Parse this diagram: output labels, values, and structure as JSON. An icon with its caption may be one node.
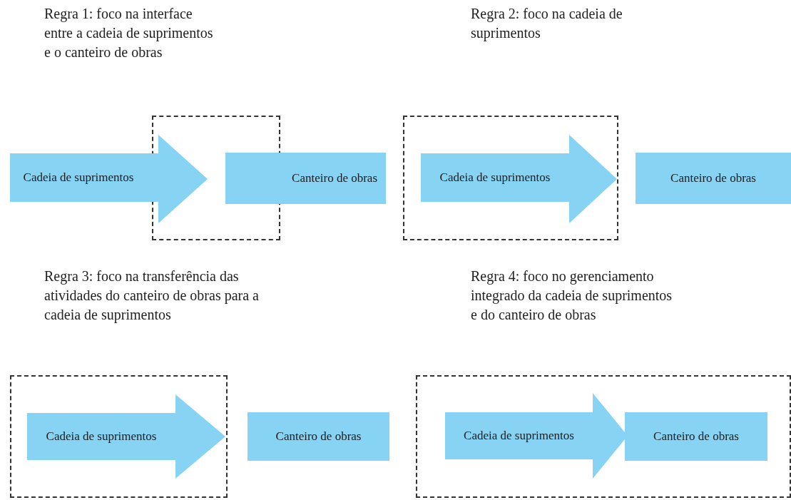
{
  "diagram": {
    "nodes": [
      {
        "text": [],
        "shape": "box"
      },
      {
        "text": [
          "Cadeia de suprimentos"
        ]
      },
      {
        "text": [
          "Canteiro de obras"
        ]
      },
      {
        "text": [],
        "shape": "box"
      },
      {
        "text": [
          "Cadeia de suprimentos"
        ],
        "in": 3
      },
      {
        "text": [
          "Canteiro de obras"
        ]
      },
      {
        "text": [],
        "shape": "box"
      },
      {
        "text": [
          "Cadeia de suprimentos"
        ],
        "in": 6
      },
      {
        "text": [
          "Canteiro de obras"
        ]
      },
      {
        "text": [],
        "shape": "box"
      },
      {
        "text": [
          "Cadeia de suprimentos"
        ],
        "in": 9
      },
      {
        "text": [
          "Canteiro de obras"
        ],
        "in": 9
      }
    ],
    "labels": [
      "Regra 1: foco na interface entre a cadeia de suprimentos e o canteiro de obras",
      "Regra 2: foco na cadeia de suprimentos",
      "Regra 3: foco na transferência das atividades do canteiro de obras para a cadeia de suprimentos",
      "Regra 4: foco no gerenciamento integrado da cadeia de suprimentos e do canteiro de obras"
    ]
  }
}
